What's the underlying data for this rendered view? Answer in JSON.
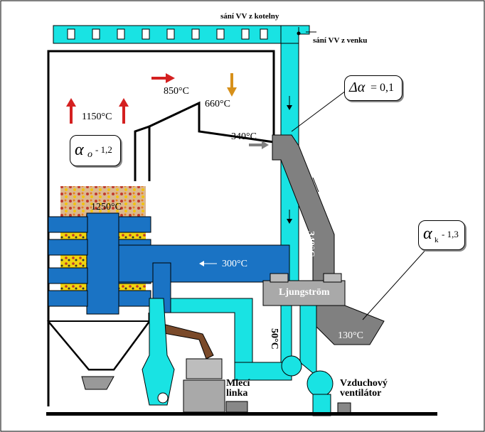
{
  "labels": {
    "air_from_boiler_room": "sání VV z kotelny",
    "air_from_outside": "sání VV z venku",
    "t_1150": "1150°C",
    "t_850": "850°C",
    "t_660": "660°C",
    "t_340": "340°C",
    "t_1250": "1250°C",
    "t_300": "300°C",
    "t_340_duct": "340°C",
    "t_50": "50°C",
    "t_130": "130°C",
    "ljungstrom": "Ljungström",
    "mill_line": "Mlecí\nlinka",
    "fan": "Vzduchový\nventilátor"
  },
  "callouts": {
    "alpha_o_symbol": "α",
    "alpha_o_sub": "o",
    "alpha_o_value": "- 1,2",
    "delta_alpha": "Δα",
    "delta_alpha_value": "= 0,1",
    "alpha_k_symbol": "α",
    "alpha_k_sub": "k",
    "alpha_k_value": "- 1,3"
  },
  "colors": {
    "air_duct": "#19e3e3",
    "flue_duct": "#808080",
    "hot_air": "#1a73c4",
    "coal_duct": "#7a4a2a",
    "equipment": "#a9a9a9",
    "hot_arrow": "#d42020",
    "warm_arrow": "#d7901a"
  }
}
